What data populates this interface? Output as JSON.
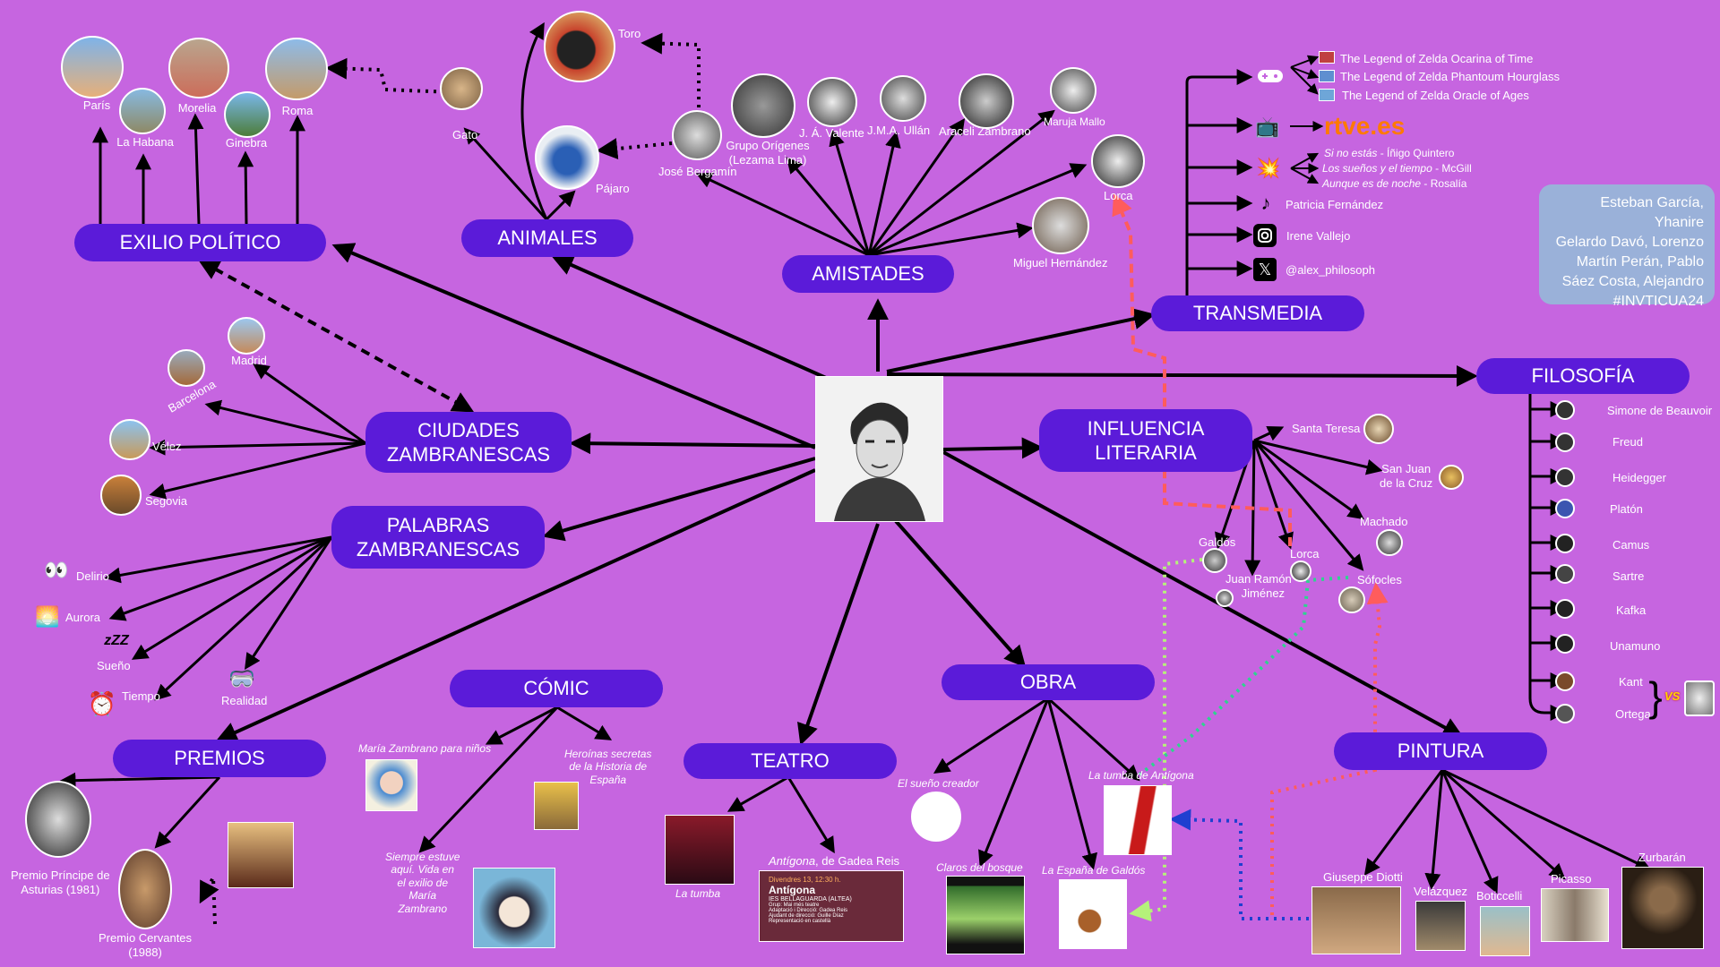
{
  "center": {
    "name": "center-portrait"
  },
  "hubs": {
    "exilio": "EXILIO POLÍTICO",
    "animales": "ANIMALES",
    "amistades": "AMISTADES",
    "transmedia": "TRANSMEDIA",
    "filosofia": "FILOSOFÍA",
    "ciudades_1": "CIUDADES",
    "ciudades_2": "ZAMBRANESCAS",
    "influencia_1": "INFLUENCIA",
    "influencia_2": "LITERARIA",
    "palabras_1": "PALABRAS",
    "palabras_2": "ZAMBRANESCAS",
    "comic": "CÓMIC",
    "obra": "OBRA",
    "teatro": "TEATRO",
    "premios": "PREMIOS",
    "pintura": "PINTURA"
  },
  "exilio": [
    "París",
    "La Habana",
    "Morelia",
    "Ginebra",
    "Roma"
  ],
  "animales": [
    "Toro",
    "Gato",
    "Pájaro"
  ],
  "amistades": {
    "bergamin": "José Bergamín",
    "origenes_1": "Grupo Orígenes",
    "origenes_2": "(Lezama Lima)",
    "valente": "J. Á. Valente",
    "ullan": "J.M.A. Ullán",
    "araceli": "Araceli Zambrano",
    "maruja": "Maruja Mallo",
    "lorca": "Lorca",
    "miguel": "Miguel Hernández"
  },
  "transmedia": {
    "zelda": [
      "The Legend of Zelda Ocarina of Time",
      "The Legend of Zelda Phantoum Hourglass",
      "The Legend of Zelda Oracle of Ages"
    ],
    "rtve": "rtve.es",
    "songs": [
      {
        "title": "Si no estás",
        "artist": " - Íñigo Quintero"
      },
      {
        "title": "Los sueños y el tiempo",
        "artist": " - McGill"
      },
      {
        "title": "Aunque es de noche",
        "artist": " - Rosalía"
      }
    ],
    "tiktok": "Patricia Fernández",
    "instagram": "Irene Vallejo",
    "x": "@alex_philosoph"
  },
  "credits": [
    "Esteban García, Yhanire",
    "Gelardo Davó, Lorenzo",
    "Martín Perán, Pablo",
    "Sáez Costa, Alejandro",
    "#INVTICUA24"
  ],
  "filosofia": [
    "Simone de Beauvoir",
    "Freud",
    "Heidegger",
    "Platón",
    "Camus",
    "Sartre",
    "Kafka",
    "Unamuno",
    "Kant",
    "Ortega"
  ],
  "vs": "VS",
  "ciudades": [
    "Madrid",
    "Barcelona",
    "Vélez",
    "Segovia"
  ],
  "influencia": {
    "santa_teresa": "Santa Teresa",
    "san_juan_1": "San Juan",
    "san_juan_2": "de la Cruz",
    "machado": "Machado",
    "galdos": "Galdós",
    "lorca": "Lorca",
    "jrj_1": "Juan Ramón",
    "jrj_2": "Jiménez",
    "sofocles": "Sófocles"
  },
  "palabras": [
    "Delirio",
    "Aurora",
    "Sueño",
    "Tiempo",
    "Realidad"
  ],
  "comic": {
    "ninos": "María Zambrano para niños",
    "heroinas_1": "Heroínas secretas",
    "heroinas_2": "de la Historia de",
    "heroinas_3": "España",
    "siempre_1": "Siempre estuve",
    "siempre_2": "aquí. Vida en",
    "siempre_3": "el exilio de",
    "siempre_4": "María",
    "siempre_5": "Zambrano"
  },
  "teatro": {
    "tumba": "La tumba",
    "antigona_title": "Antígona",
    "antigona_rest": ", de Gadea Reis",
    "poster_lines": [
      "Divendres 13, 12:30 h.",
      "Antígona",
      "IES BELLAGUARDA (ALTEA)",
      "Grup: Mai més teatre",
      "Adaptació i Direcció: Gadea Reis",
      "Ajudant de direcció: Guille Díaz",
      "Representació en castellà"
    ]
  },
  "obra": {
    "sueno": "El sueño creador",
    "claros": "Claros del bosque",
    "espana": "La España de Galdós",
    "tumba": "La tumba de Antígona"
  },
  "premios": {
    "asturias_1": "Premio Príncipe de",
    "asturias_2": "Asturias (1981)",
    "cervantes_1": "Premio Cervantes",
    "cervantes_2": "(1988)"
  },
  "pintura": [
    "Giuseppe Diotti",
    "Velázquez",
    "Boticcelli",
    "Picasso",
    "Zurbarán"
  ],
  "colors": {
    "background": "#c665e0",
    "hub": "#5b1bd9",
    "arrow": "#000000",
    "red_dash": "#ff5c5c",
    "green_dot": "#b5f27a",
    "teal_dot": "#2fd38f",
    "blue_dot": "#1f3fd0",
    "rtve": "#ff7a00"
  }
}
